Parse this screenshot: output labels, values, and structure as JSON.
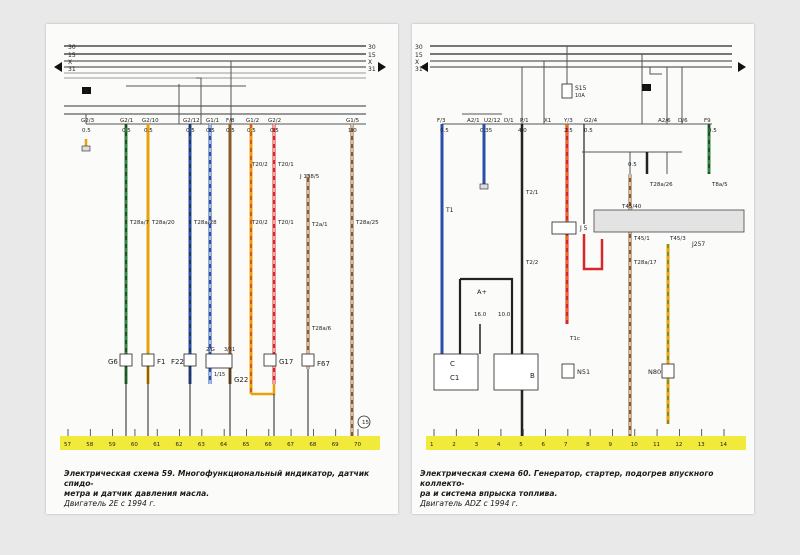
{
  "left": {
    "bus_labels": [
      "30",
      "15",
      "X",
      "31"
    ],
    "components": {
      "G6": "G6",
      "F1": "F1",
      "F22": "F22",
      "G22": "G22",
      "G17": "G17",
      "F67": "F67",
      "J138": "J 138/5"
    },
    "wire_top_labels": [
      "G2/3",
      "G2/1",
      "G2/10",
      "G2/12",
      "G1/1",
      "F/8",
      "G1/2",
      "G2/2",
      "G1/5"
    ],
    "wire_sizes": [
      "0.5",
      "0.5",
      "0.5",
      "0.5",
      "0.5",
      "0.5",
      "0.5",
      "0.5",
      "1.0"
    ],
    "connectors": [
      "T28a/7",
      "T28a/20",
      "T28a/28",
      "T20/2",
      "T20/1",
      "T2a/1",
      "T28a/25",
      "T28a/6",
      "T20/2",
      "T20/1"
    ],
    "small_labels": [
      "2/G",
      "3/31",
      "1/15",
      "0.5",
      "0.5",
      "0.5",
      "0.5",
      "15"
    ],
    "badge": "5",
    "ground_numbers": [
      "57",
      "58",
      "59",
      "60",
      "61",
      "62",
      "63",
      "64",
      "65",
      "66",
      "67",
      "68",
      "69",
      "70"
    ],
    "caption_title": "Электрическая схема 59.  Многофункциональный индикатор, датчик спидо-",
    "caption_line2": "метра и датчик давления масла.",
    "caption_engine": "Двигатель 2E с 1994 г."
  },
  "right": {
    "bus_labels": [
      "30",
      "15",
      "X",
      "31"
    ],
    "fuse": "S15",
    "fuse_rating": "10A",
    "badge": "5",
    "relay_label": "J257",
    "relay_id": "T45/40",
    "components": {
      "T1": "T1",
      "C": "C",
      "C1": "C1",
      "B": "B",
      "N51": "N51",
      "N80": "N80",
      "A": "A+",
      "J5": "J 5"
    },
    "wire_top_labels": [
      "F/3",
      "A2/1",
      "U2/12",
      "D/1",
      "P/1",
      "X1",
      "Y/3",
      "G2/4",
      "A2/6",
      "D/6",
      "F9"
    ],
    "wire_sizes": [
      "0.5",
      "0.35",
      "4.0",
      "2.5",
      "0.5",
      "0.5",
      "16.0",
      "10.0",
      "0.5"
    ],
    "connectors": [
      "T2/1",
      "T2/2",
      "T1c",
      "T28a/17",
      "T28a/26",
      "T8a/5",
      "T45/3",
      "T45/1"
    ],
    "ground_numbers": [
      "1",
      "2",
      "3",
      "4",
      "5",
      "6",
      "7",
      "8",
      "9",
      "10",
      "11",
      "12",
      "13",
      "14"
    ],
    "caption_title": "Электрическая схема 60. Генератор, стартер, подогрев впускного коллекто-",
    "caption_line2": "ра и система впрыска топлива.",
    "caption_engine": "Двигатель  ADZ с 1994 г."
  },
  "colors": {
    "ground_bar": "#f2ea3a",
    "wire_black": "#222222",
    "wire_yellow": "#e8a10b",
    "wire_blue": "#2a4fa8",
    "wire_red": "#d8262b",
    "wire_brown": "#8b5a2b",
    "wire_green": "#2f8a3c",
    "bus": "#666666"
  }
}
